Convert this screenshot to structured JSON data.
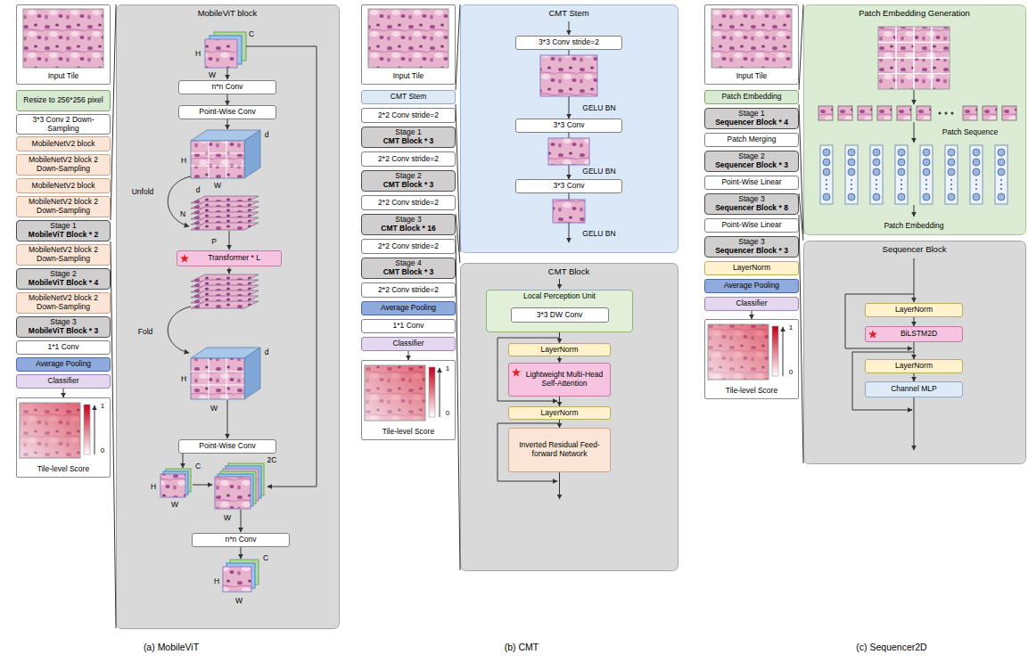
{
  "diagram": {
    "nodes": [
      {
        "text": [
          "Input Tile"
        ]
      },
      {
        "text": [
          "Resize to 256*256 pixel"
        ]
      },
      {
        "text": [
          "3*3 Conv 2 Down-Sampling"
        ]
      },
      {
        "text": [
          "MobileNetV2 block"
        ]
      },
      {
        "text": [
          "MobileNetV2 block 2 Down-Sampling"
        ]
      },
      {
        "text": [
          "MobileNetV2 block"
        ]
      },
      {
        "text": [
          "MobileNetV2 block 2 Down-Sampling"
        ]
      },
      {
        "text": [
          "Stage 1",
          "MobileViT Block * 2"
        ]
      },
      {
        "text": [
          "MobileNetV2 block 2 Down-Sampling"
        ]
      },
      {
        "text": [
          "Stage 2",
          "MobileViT Block * 4"
        ]
      },
      {
        "text": [
          "MobileNetV2 block 2 Down-Sampling"
        ]
      },
      {
        "text": [
          "Stage 3",
          "MobileViT Block * 3"
        ]
      },
      {
        "text": [
          "1*1 Conv"
        ]
      },
      {
        "text": [
          "Average Pooling"
        ]
      },
      {
        "text": [
          "Classifier"
        ]
      },
      {
        "text": [
          "Tile-level Score"
        ]
      },
      {
        "text": [
          "MobileViT block"
        ]
      },
      {
        "text": [
          "n*n Conv"
        ],
        "in": 16
      },
      {
        "text": [
          "Point-Wise Conv"
        ],
        "in": 16
      },
      {
        "text": [
          "Transformer * L"
        ],
        "in": 16
      },
      {
        "text": [
          "Point-Wise Conv"
        ],
        "in": 16
      },
      {
        "text": [
          "n*n Conv"
        ],
        "in": 16
      },
      {
        "text": [
          "Input Tile"
        ]
      },
      {
        "text": [
          "CMT Stem"
        ]
      },
      {
        "text": [
          "2*2 Conv stride=2"
        ]
      },
      {
        "text": [
          "Stage 1",
          "CMT Block * 3"
        ]
      },
      {
        "text": [
          "2*2 Conv stride=2"
        ]
      },
      {
        "text": [
          "Stage 2",
          "CMT Block * 3"
        ]
      },
      {
        "text": [
          "2*2 Conv stride=2"
        ]
      },
      {
        "text": [
          "Stage 3",
          "CMT Block * 16"
        ]
      },
      {
        "text": [
          "2*2 Conv stride=2"
        ]
      },
      {
        "text": [
          "Stage 4",
          "CMT Block * 3"
        ]
      },
      {
        "text": [
          "2*2 Conv stride=2"
        ]
      },
      {
        "text": [
          "Average Pooling"
        ]
      },
      {
        "text": [
          "1*1 Conv"
        ]
      },
      {
        "text": [
          "Classifier"
        ]
      },
      {
        "text": [
          "Tile-level Score"
        ]
      },
      {
        "text": [
          "CMT Stem"
        ]
      },
      {
        "text": [
          "3*3 Conv stride=2"
        ],
        "in": 37
      },
      {
        "text": [
          "3*3 Conv"
        ],
        "in": 37
      },
      {
        "text": [
          "3*3 Conv"
        ],
        "in": 37
      },
      {
        "text": [
          "CMT Block"
        ]
      },
      {
        "text": [
          "Local Perception Unit"
        ],
        "in": 41
      },
      {
        "text": [
          "3*3 DW Conv"
        ],
        "in": 42
      },
      {
        "text": [
          "LayerNorm"
        ],
        "in": 41
      },
      {
        "text": [
          "Lightweight Multi-Head Self-Attention"
        ],
        "in": 41
      },
      {
        "text": [
          "LayerNorm"
        ],
        "in": 41
      },
      {
        "text": [
          "Inverted Residual Feed-forward Network"
        ],
        "in": 41
      },
      {
        "text": [
          "Input Tile"
        ]
      },
      {
        "text": [
          "Patch Embedding"
        ]
      },
      {
        "text": [
          "Stage 1",
          "Sequencer Block * 4"
        ]
      },
      {
        "text": [
          "Patch Merging"
        ]
      },
      {
        "text": [
          "Stage 2",
          "Sequencer Block * 3"
        ]
      },
      {
        "text": [
          "Point-Wise Linear"
        ]
      },
      {
        "text": [
          "Stage 3",
          "Sequencer Block * 8"
        ]
      },
      {
        "text": [
          "Point-Wise Linear"
        ]
      },
      {
        "text": [
          "Stage 3",
          "Sequencer Block * 3"
        ]
      },
      {
        "text": [
          "LayerNorm"
        ]
      },
      {
        "text": [
          "Average Pooling"
        ]
      },
      {
        "text": [
          "Classifier"
        ]
      },
      {
        "text": [
          "Tile-level Score"
        ]
      },
      {
        "text": [
          "Patch Embedding Generation"
        ]
      },
      {
        "text": [
          "Sequencer Block"
        ]
      },
      {
        "text": [
          "LayerNorm"
        ],
        "in": 62
      },
      {
        "text": [
          "BiLSTM2D"
        ],
        "in": 62
      },
      {
        "text": [
          "LayerNorm"
        ],
        "in": 62
      },
      {
        "text": [
          "Channel MLP"
        ],
        "in": 62
      }
    ],
    "edges": [
      {
        "from": 14,
        "to": 15,
        "arrow": "to"
      },
      {
        "from": 7,
        "to": 16,
        "arrow": "none"
      },
      {
        "from": 17,
        "to": 18,
        "arrow": "to"
      },
      {
        "from": 35,
        "to": 36,
        "arrow": "to"
      },
      {
        "from": 23,
        "to": 37,
        "arrow": "none"
      },
      {
        "from": 29,
        "to": 41,
        "arrow": "none"
      },
      {
        "from": 38,
        "to": 39,
        "arrow": "to"
      },
      {
        "from": 39,
        "to": 40,
        "arrow": "to"
      },
      {
        "from": 42,
        "to": 44,
        "arrow": "to"
      },
      {
        "from": 44,
        "to": 45,
        "arrow": "to"
      },
      {
        "from": 45,
        "to": 46,
        "arrow": "to"
      },
      {
        "from": 46,
        "to": 47,
        "arrow": "to"
      },
      {
        "from": 59,
        "to": 60,
        "arrow": "to"
      },
      {
        "from": 49,
        "to": 61,
        "arrow": "none"
      },
      {
        "from": 54,
        "to": 62,
        "arrow": "none"
      },
      {
        "from": 63,
        "to": 64,
        "arrow": "to"
      },
      {
        "from": 64,
        "to": 65,
        "arrow": "to"
      },
      {
        "from": 65,
        "to": 66,
        "arrow": "to"
      }
    ],
    "labels": [
      "C",
      "H",
      "W",
      "d",
      "H",
      "W",
      "Unfold",
      "d",
      "N",
      "P",
      "Fold",
      "d",
      "H",
      "W",
      "C",
      "H",
      "W",
      "2C",
      "W",
      "C",
      "H",
      "W",
      "1",
      "0",
      "GELU BN",
      "GELU BN",
      "GELU BN",
      "1",
      "0",
      "Patch Sequence",
      "Patch Embedding",
      "1",
      "0",
      "(a) MobileViT",
      "(b) CMT",
      "(c) Sequencer2D"
    ]
  }
}
